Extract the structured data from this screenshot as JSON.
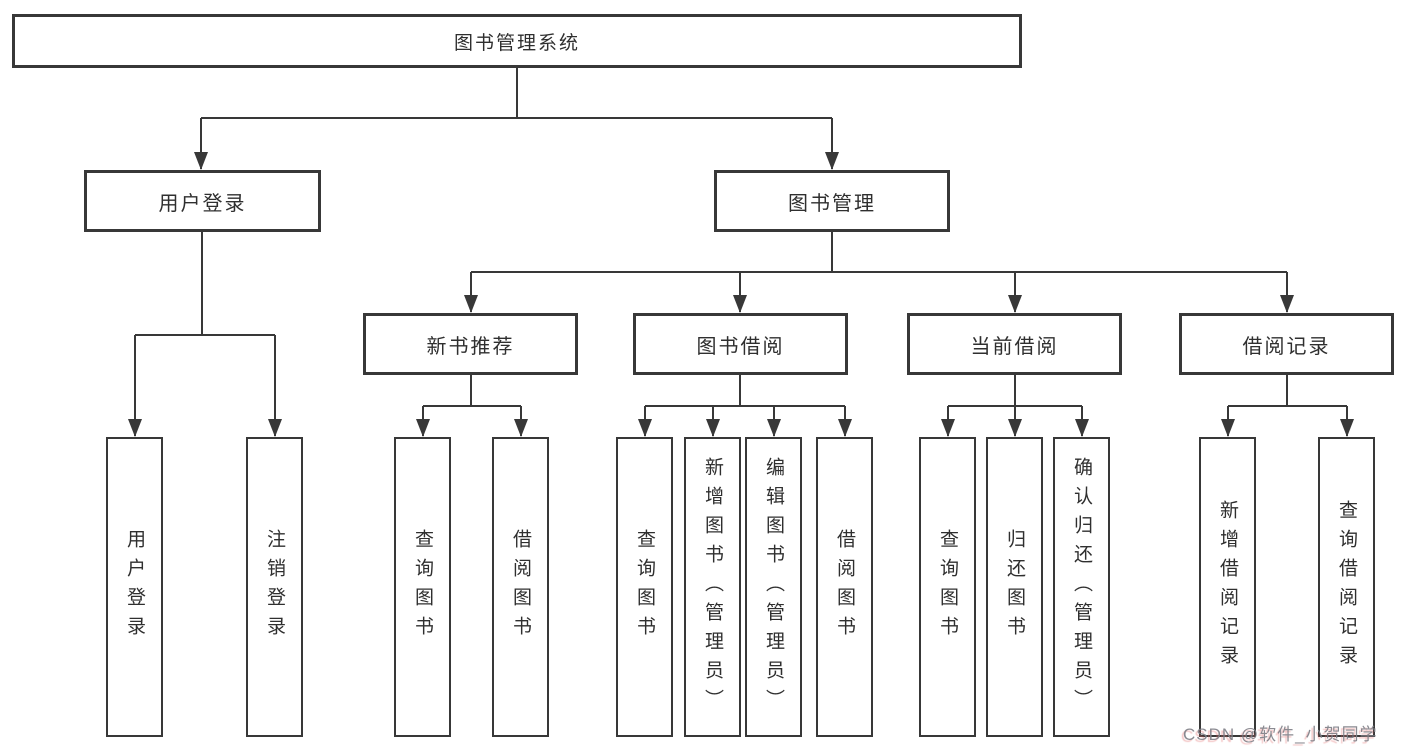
{
  "diagram": {
    "title": "图书管理系统",
    "level2": {
      "user_login": "用户登录",
      "book_management": "图书管理"
    },
    "level3": {
      "new_book_recommend": "新书推荐",
      "book_borrowing": "图书借阅",
      "current_borrowing": "当前借阅",
      "borrowing_records": "借阅记录"
    },
    "leaves": {
      "user_login": "用户登录",
      "logout": "注销登录",
      "nb_query_book": "查询图书",
      "nb_borrow_book": "借阅图书",
      "bb_query_book": "查询图书",
      "bb_add_book": "新增图书（管理员）",
      "bb_edit_book": "编辑图书（管理员）",
      "bb_borrow_book": "借阅图书",
      "cb_query_book": "查询图书",
      "cb_return_book": "归还图书",
      "cb_confirm_return": "确认归还（管理员）",
      "br_add_record": "新增借阅记录",
      "br_query_record": "查询借阅记录"
    },
    "colors": {
      "line": "#383838",
      "box_background": "#ffffff",
      "watermark_gray": "#808088",
      "watermark_red_shadow": "#e26a6a"
    }
  },
  "watermark": {
    "text": "CSDN @软件_小贺同学"
  }
}
